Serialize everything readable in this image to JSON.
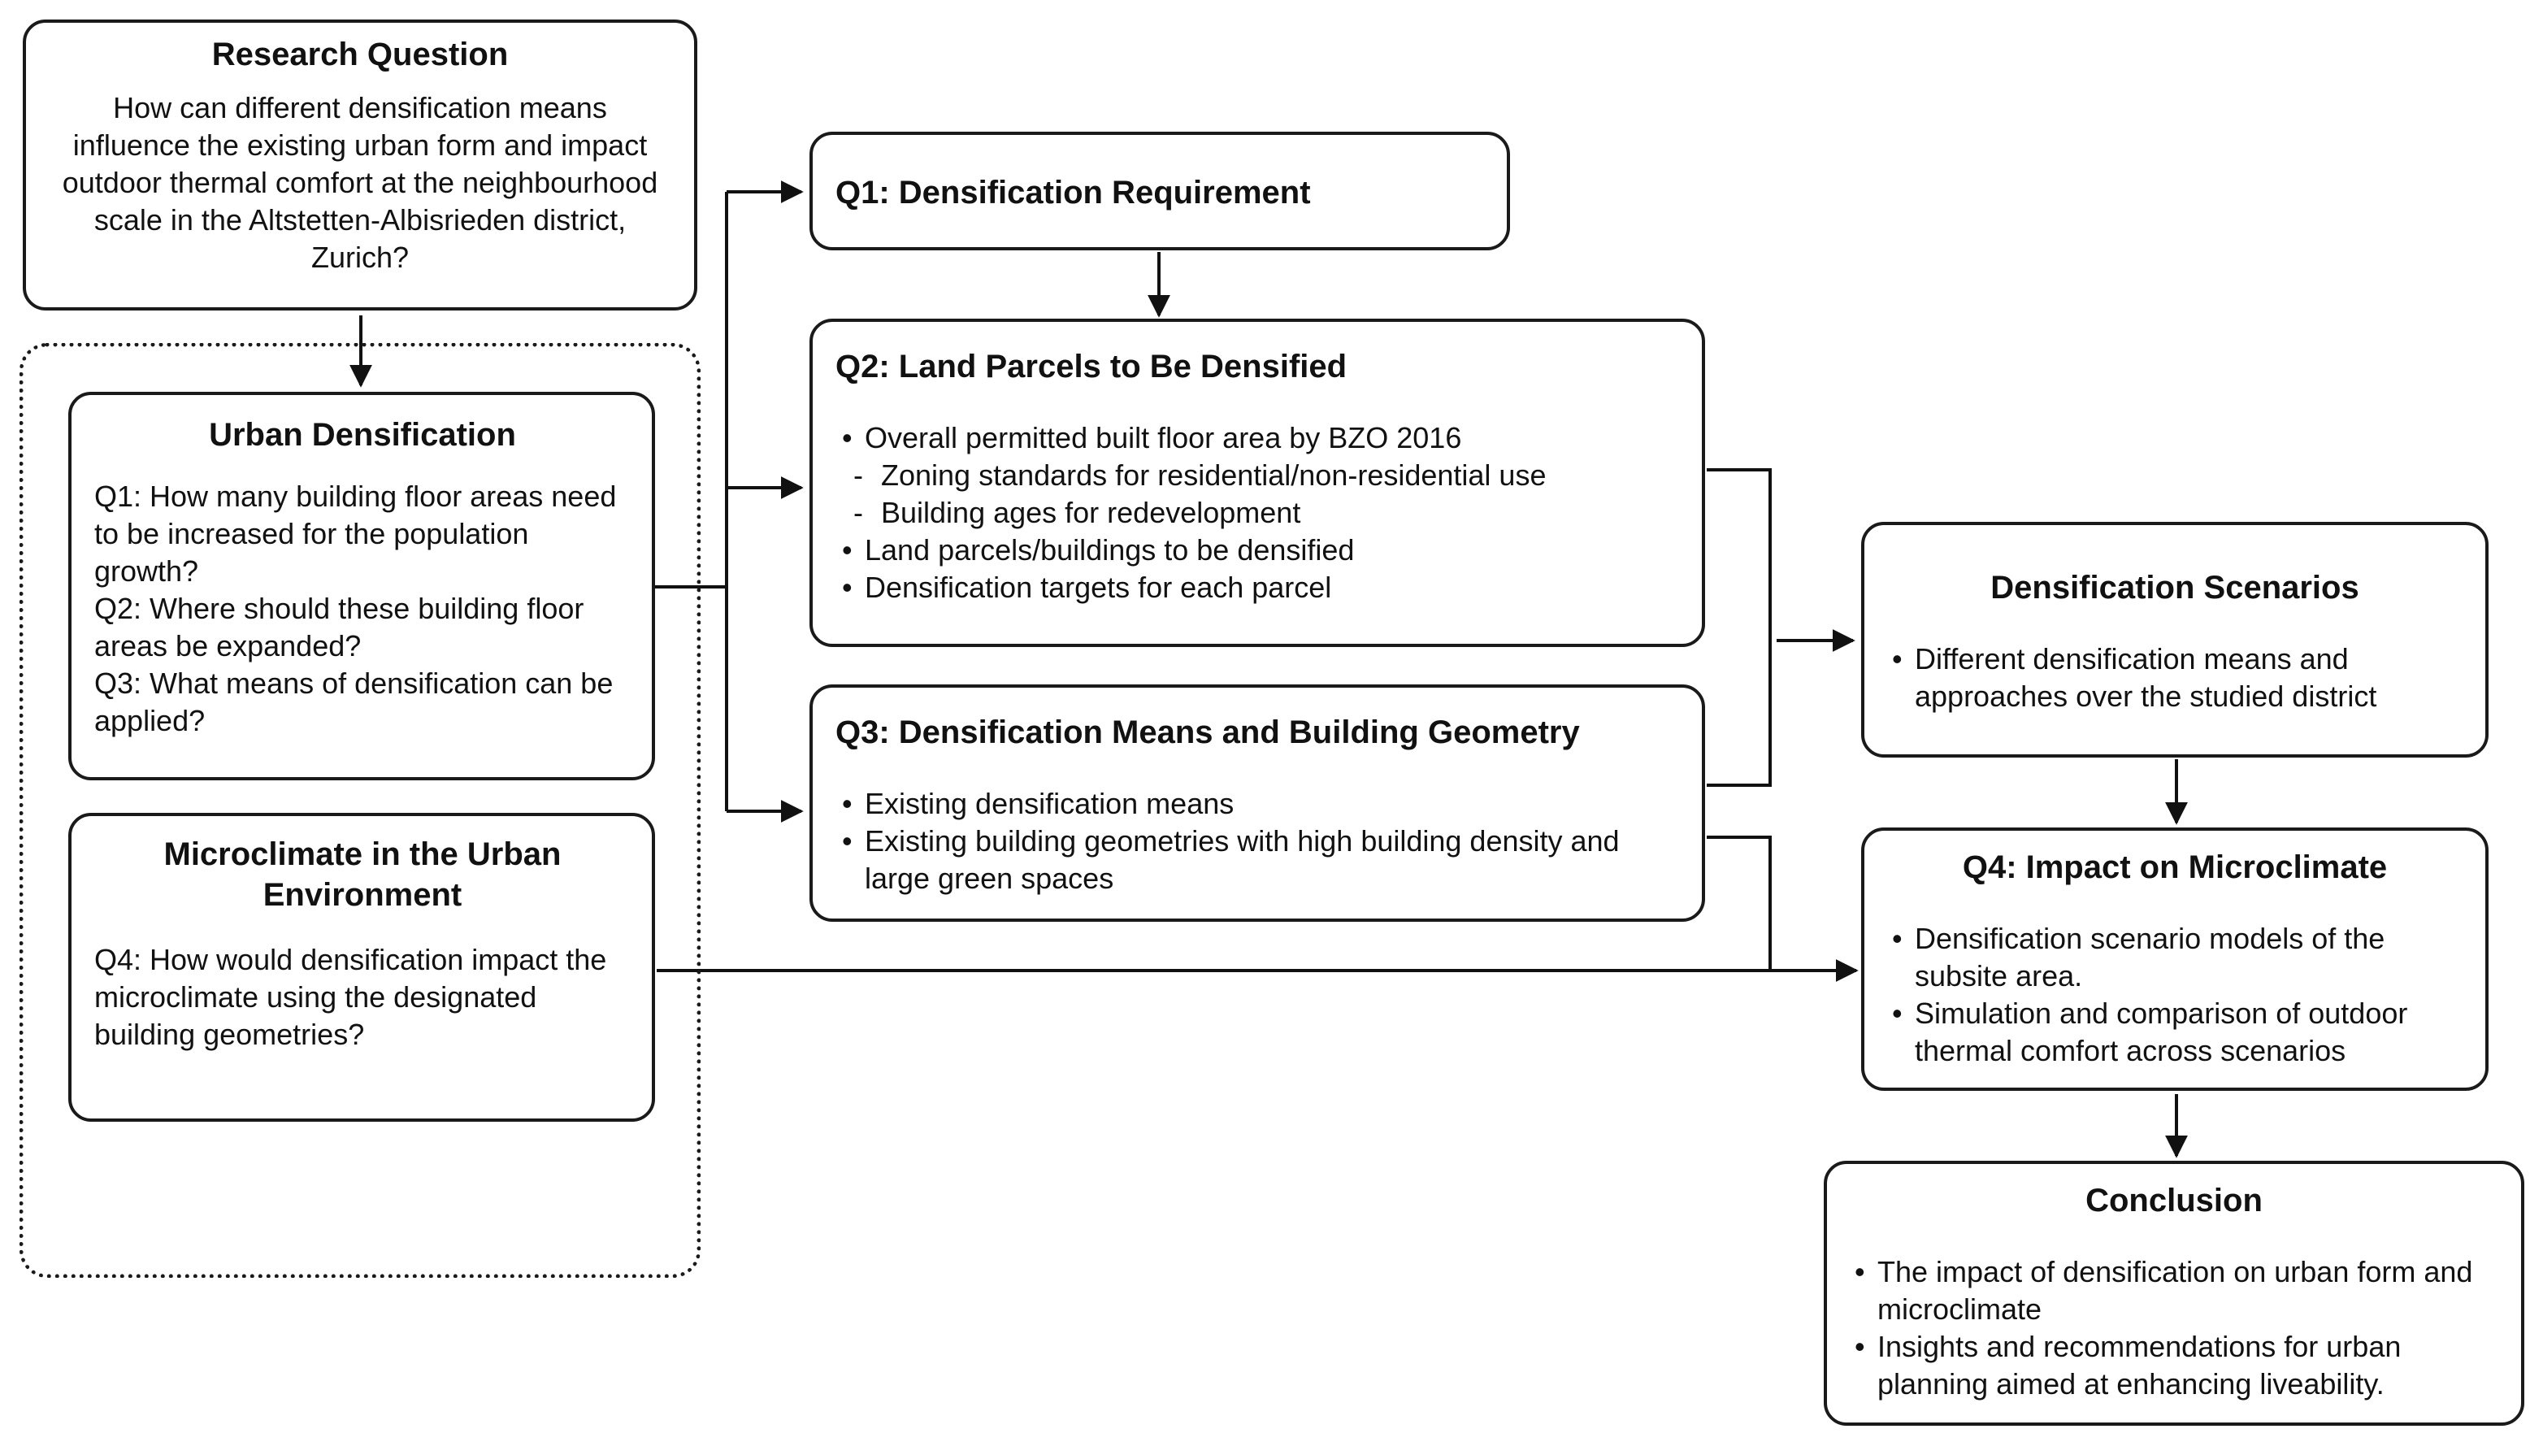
{
  "research_question": {
    "title": "Research Question",
    "text": "How can different densification means influence the existing urban form and impact outdoor thermal comfort at the neighbourhood scale in the Altstetten-Albisrieden district, Zurich?"
  },
  "urban_densification": {
    "title": "Urban Densification",
    "lines": [
      "Q1: How many building floor areas need to be increased for the population growth?",
      "Q2: Where should these building floor areas be expanded?",
      "Q3: What means of densification can be applied?"
    ]
  },
  "microclimate": {
    "title": "Microclimate in the Urban Environment",
    "text": "Q4: How would densification impact the microclimate using the designated building geometries?"
  },
  "q1": {
    "title": "Q1: Densification Requirement"
  },
  "q2": {
    "title": "Q2: Land Parcels to Be Densified",
    "items": [
      "Overall permitted built floor area by BZO 2016",
      "Zoning standards for residential/non-residential use",
      "Building ages for redevelopment",
      "Land parcels/buildings to be densified",
      "Densification targets for each parcel"
    ]
  },
  "q3": {
    "title": "Q3: Densification Means and Building Geometry",
    "items": [
      "Existing densification means",
      "Existing building geometries with high building density and large green spaces"
    ]
  },
  "scenarios": {
    "title": "Densification Scenarios",
    "items": [
      "Different densification means and approaches over the studied district"
    ]
  },
  "q4": {
    "title": "Q4: Impact on Microclimate",
    "items": [
      "Densification scenario models of the subsite area.",
      "Simulation and comparison of outdoor thermal comfort across scenarios"
    ]
  },
  "conclusion": {
    "title": "Conclusion",
    "items": [
      "The impact of densification on urban form and microclimate",
      "Insights and recommendations for urban planning aimed at enhancing liveability."
    ]
  }
}
